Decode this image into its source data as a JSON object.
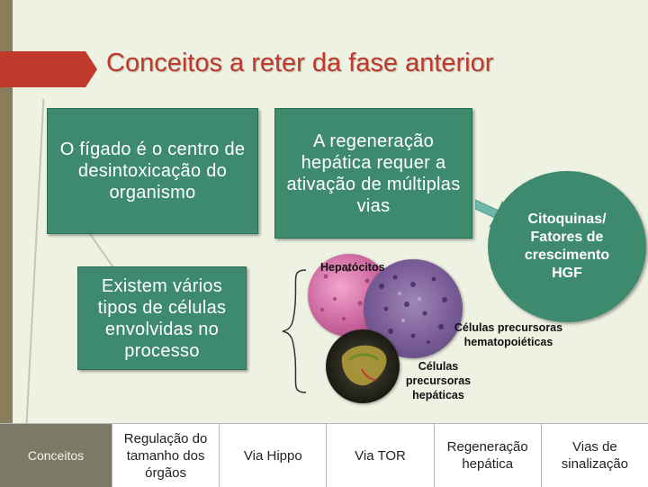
{
  "title": "Conceitos a reter da fase anterior",
  "boxes": {
    "liver": "O fígado é o centro de desintoxicação do organismo",
    "regen": "A regeneração hepática requer a ativação de múltiplas vias",
    "cells": "Existem vários tipos de células envolvidas no processo"
  },
  "circle": "Citoquinas/ Fatores de crescimento HGF",
  "labels": {
    "hepatocitos": "Hepatócitos",
    "hemato": "Células precursoras hematopoiéticas",
    "hepaticas": "Células precursoras hepáticas"
  },
  "tabs": [
    "Conceitos",
    "Regulação do tamanho dos órgãos",
    "Via Hippo",
    "Via TOR",
    "Regeneração hepática",
    "Vias de sinalização"
  ],
  "colors": {
    "accent": "#c0392b",
    "box": "#3e8a6e",
    "background": "#eef2e2",
    "arrow": "#6fb7a8"
  }
}
